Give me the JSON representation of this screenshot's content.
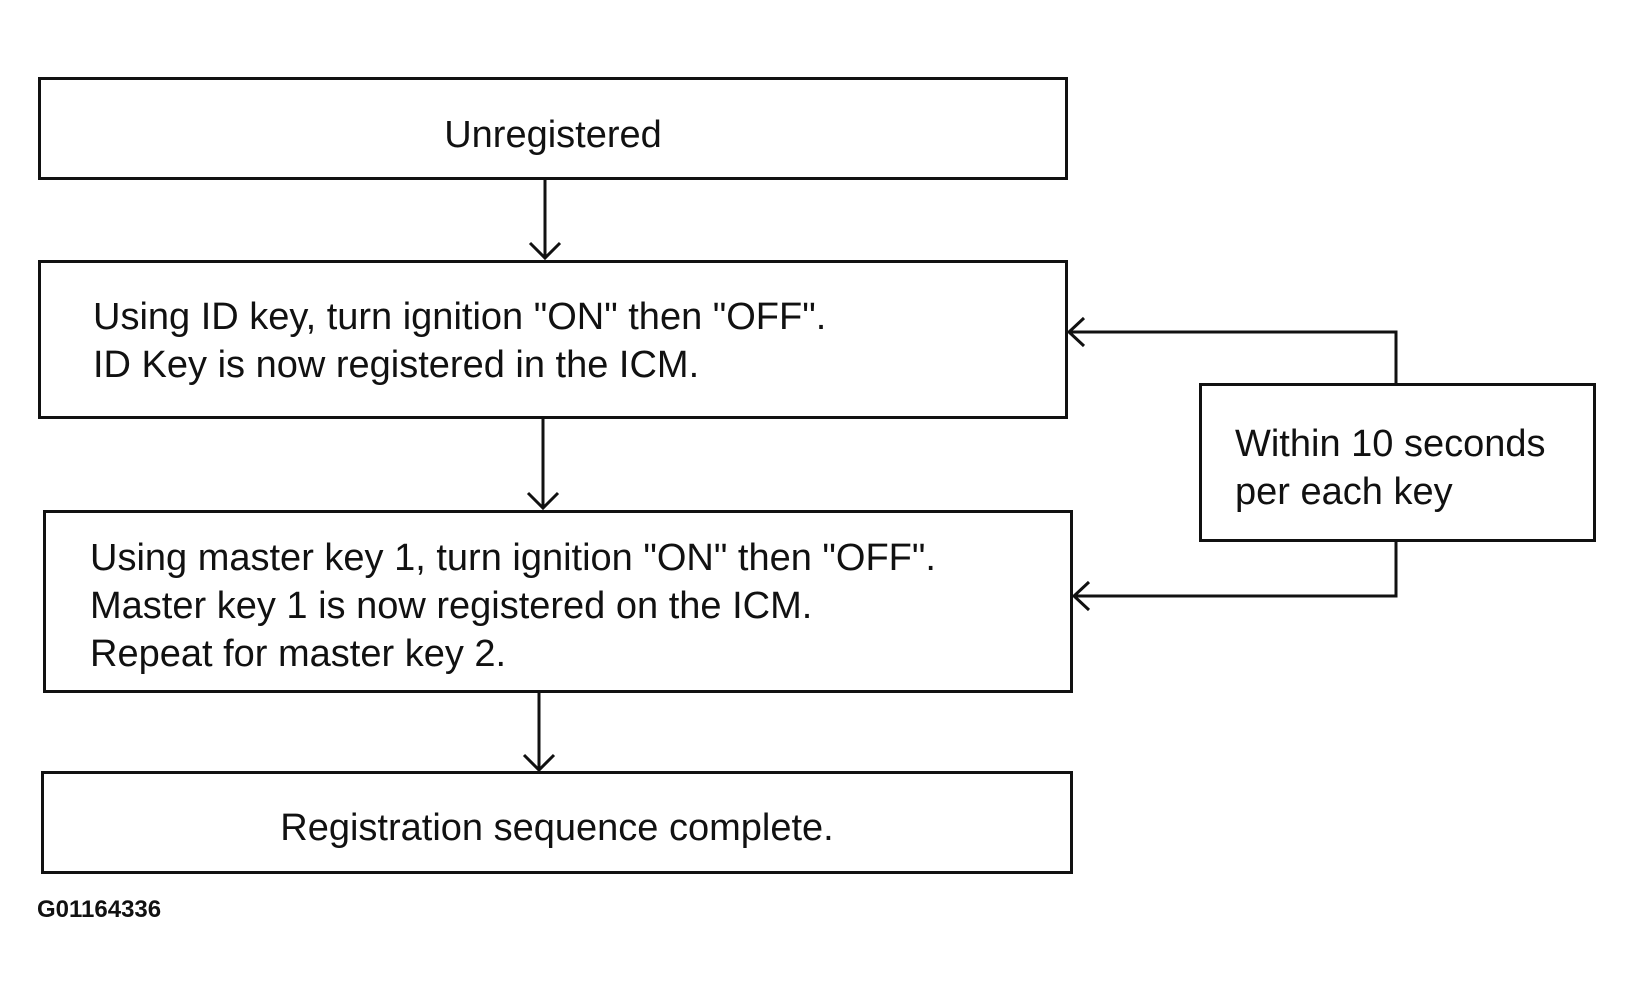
{
  "diagram": {
    "steps": {
      "unregistered": "Unregistered",
      "id_key": {
        "line1": "Using ID key, turn ignition \"ON\" then \"OFF\".",
        "line2": "ID Key is now registered in the ICM."
      },
      "master_key": {
        "line1": "Using master key 1, turn ignition \"ON\" then \"OFF\".",
        "line2": "Master key 1 is now registered on the ICM.",
        "line3": "Repeat for master key 2."
      },
      "complete": "Registration sequence complete."
    },
    "timing_note": {
      "line1": "Within 10 seconds",
      "line2": "per each key"
    },
    "figure_id": "G01164336",
    "colors": {
      "line": "#111111",
      "background": "#ffffff"
    }
  }
}
